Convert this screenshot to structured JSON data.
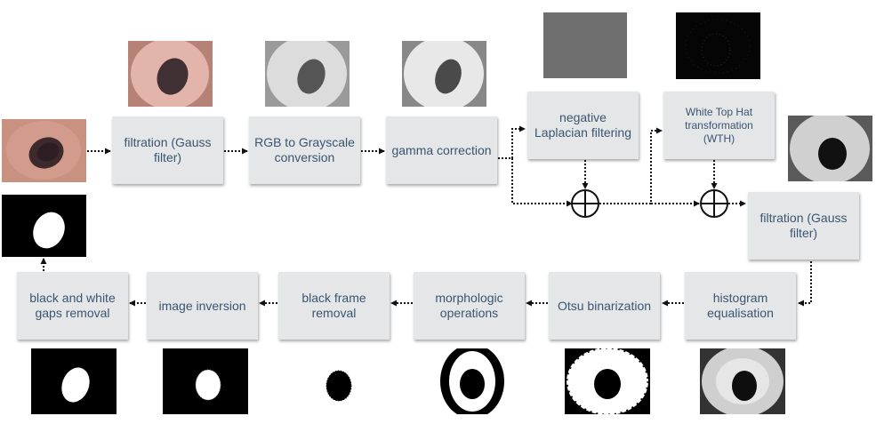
{
  "steps": {
    "gauss1": "filtration (Gauss filter)",
    "rgb2gray": "RGB to Grayscale conversion",
    "gamma": "gamma correction",
    "laplacian": "negative Laplacian filtering",
    "wth": "White Top Hat transformation (WTH)",
    "gauss2": "filtration (Gauss filter)",
    "histeq": "histogram equalisation",
    "otsu": "Otsu binarization",
    "morph": "morphologic operations",
    "frame": "black frame removal",
    "inversion": "image inversion",
    "gaps": "black and white gaps removal"
  },
  "colors": {
    "box_fill": "#e4e6e8",
    "box_text": "#3a5570",
    "skin": "#d9a79e",
    "lesion": "#3e2a2c"
  }
}
